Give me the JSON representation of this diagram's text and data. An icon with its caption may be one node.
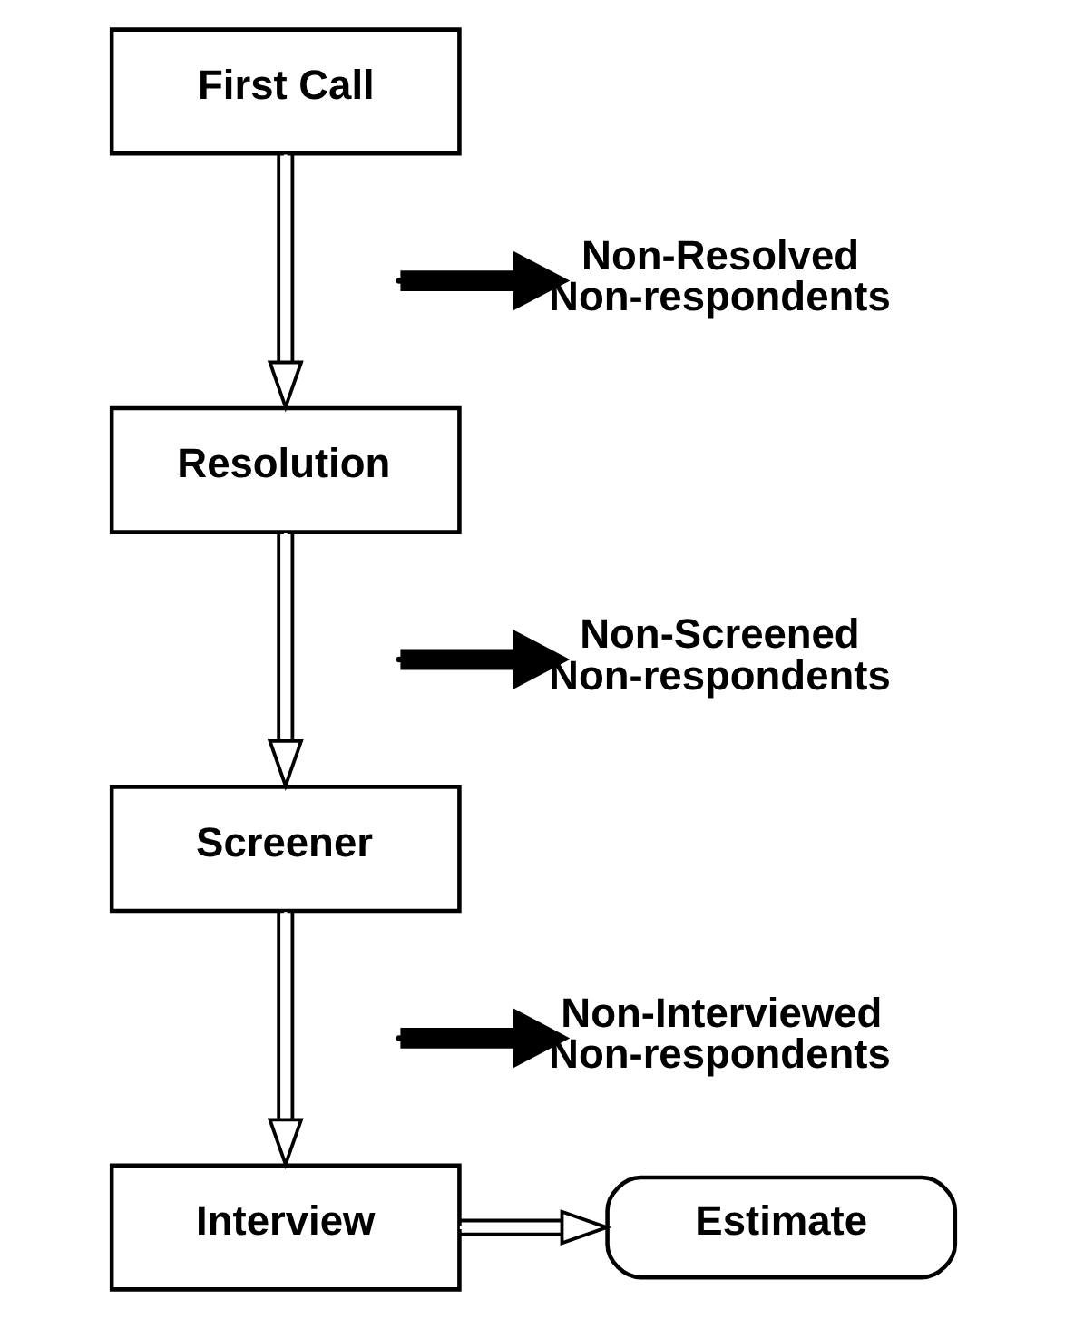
{
  "diagram": {
    "nodes": [
      {
        "text": [
          "First Call"
        ]
      },
      {
        "text": [
          "Resolution"
        ]
      },
      {
        "text": [
          "Screener"
        ]
      },
      {
        "text": [
          "Interview"
        ]
      },
      {
        "text": [
          "Estimate"
        ]
      },
      {
        "text": [
          "Non-Resolved Non-respondents"
        ]
      },
      {
        "text": [
          "Non-Screened Non-respondents"
        ]
      },
      {
        "text": [
          "Non-Interviewed Non-respondents"
        ]
      }
    ],
    "edges": [
      {
        "from": 0,
        "to": 1,
        "arrow": "to"
      },
      {
        "from": null,
        "to": 5,
        "arrow": "to",
        "style": "thick"
      },
      {
        "from": 1,
        "to": 2,
        "arrow": "to"
      },
      {
        "from": null,
        "to": 6,
        "arrow": "to",
        "style": "thick"
      },
      {
        "from": 2,
        "to": 3,
        "arrow": "to"
      },
      {
        "from": null,
        "to": 7,
        "arrow": "to",
        "style": "thick"
      },
      {
        "from": 3,
        "to": 4,
        "arrow": "to"
      }
    ]
  }
}
